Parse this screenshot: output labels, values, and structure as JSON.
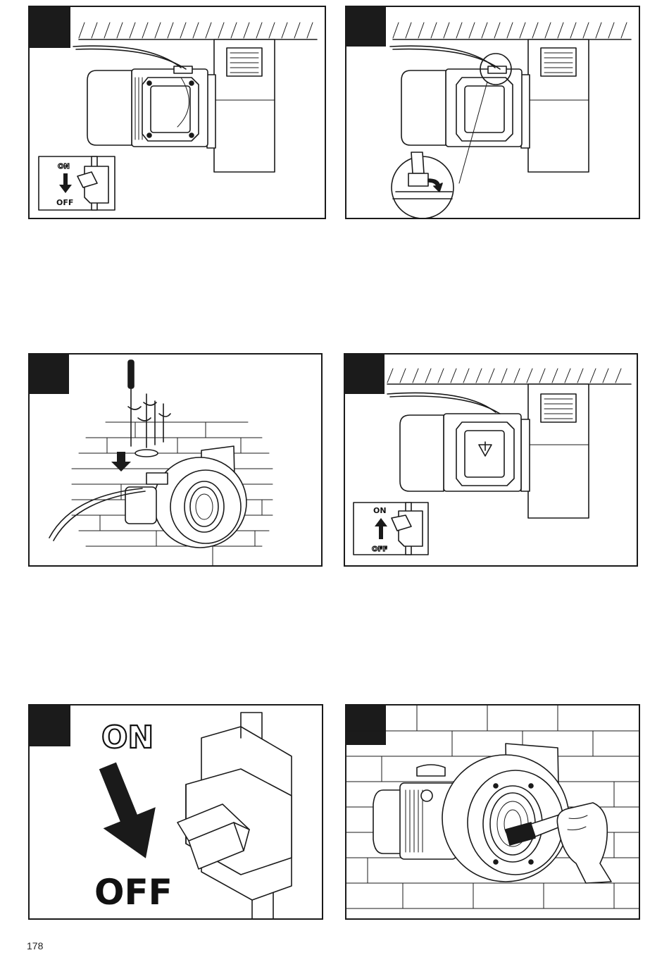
{
  "page": {
    "number": "178"
  },
  "panels": [
    {
      "id": "p1",
      "switch": {
        "on_label": "ON",
        "off_label": "OFF",
        "active": "OFF"
      }
    },
    {
      "id": "p2"
    },
    {
      "id": "p3"
    },
    {
      "id": "p4",
      "switch": {
        "on_label": "ON",
        "off_label": "OFF",
        "active": "ON"
      }
    },
    {
      "id": "p5",
      "switch": {
        "on_label": "ON",
        "off_label": "OFF",
        "active": "OFF"
      }
    },
    {
      "id": "p6"
    }
  ]
}
